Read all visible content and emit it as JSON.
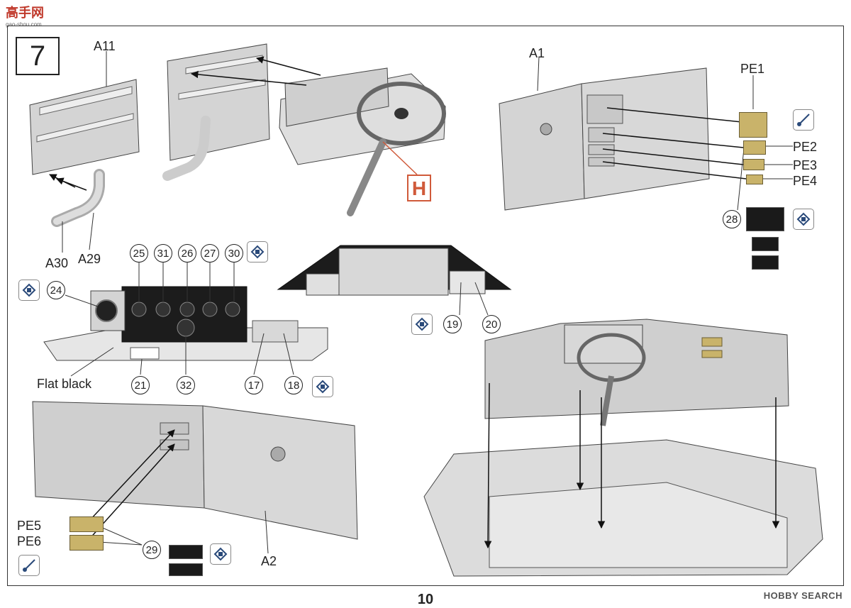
{
  "watermark": {
    "top_left": "高手网",
    "top_left_sub": "gao-shou.com",
    "bottom_right": "HOBBY SEARCH"
  },
  "step_number": "7",
  "page_number": "10",
  "sub_assembly_marker": "H",
  "paint_note": "Flat black",
  "part_labels": {
    "a11": "A11",
    "a30": "A30",
    "a29": "A29",
    "a1": "A1",
    "a2": "A2",
    "pe1": "PE1",
    "pe2": "PE2",
    "pe3": "PE3",
    "pe4": "PE4",
    "pe5": "PE5",
    "pe6": "PE6"
  },
  "callouts": {
    "c25": "25",
    "c31": "31",
    "c26": "26",
    "c27": "27",
    "c30": "30",
    "c24": "24",
    "c19": "19",
    "c20": "20",
    "c21": "21",
    "c32": "32",
    "c17": "17",
    "c18": "18",
    "c28": "28",
    "c29": "29"
  },
  "colors": {
    "part_grey": "#d4d4d4",
    "pe_brass": "#c9b36a",
    "marker_red": "#d05a3a",
    "panel_black": "#1c1c1c"
  },
  "icons": {
    "paint_icon": "paint-brush-icon",
    "decal_icon": "decal-icon"
  }
}
